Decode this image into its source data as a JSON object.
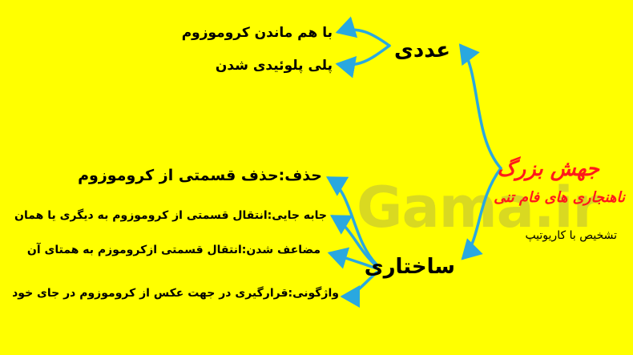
{
  "diagram": {
    "root": {
      "title": "جهش بزرگ",
      "subtitle": "ناهنجاری های فام تنی",
      "note": "تشخیص با کاریوتیپ"
    },
    "numerical": {
      "label": "عددی",
      "items": [
        "با هم ماندن کروموزوم",
        "پلی پلوئیدی شدن"
      ]
    },
    "structural": {
      "label": "ساختاری",
      "items": [
        "حذف:حذف قسمتی از کروموزوم",
        "جابه جایی:انتقال قسمتی از کروموزوم به دیگری یا همان",
        "مضاعف شدن:انتقال قسمتی ازکروموزم به همتای آن",
        "واژگونی:قرارگیری در جهت عکس از کروموزوم در جای خود"
      ]
    },
    "watermark": "Gama.ir",
    "colors": {
      "background": "#ffff00",
      "arrow": "#29a8e0",
      "title": "#ff1a1a",
      "text": "#000000"
    }
  }
}
